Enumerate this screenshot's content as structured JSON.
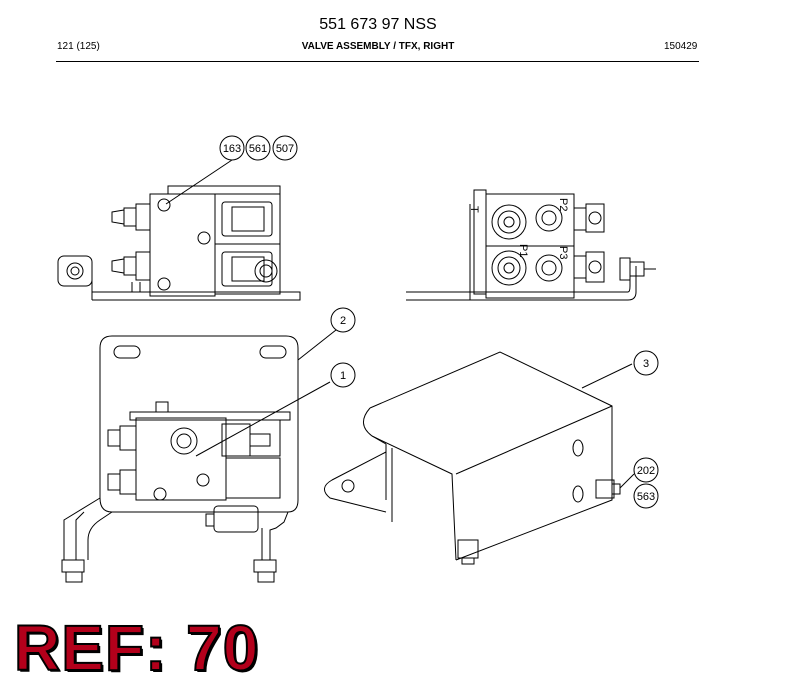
{
  "header": {
    "doc_number": "551 673 97 NSS",
    "page_ref": "121 (125)",
    "title": "VALVE ASSEMBLY / TFX, RIGHT",
    "date_code": "150429"
  },
  "callouts": {
    "c163": "163",
    "c561": "561",
    "c507": "507",
    "c2": "2",
    "c1": "1",
    "c3": "3",
    "c202": "202",
    "c563": "563"
  },
  "port_labels": {
    "t": "T",
    "p2": "P2",
    "p1": "P1",
    "p3": "P3"
  },
  "ref_label": "REF: 70"
}
